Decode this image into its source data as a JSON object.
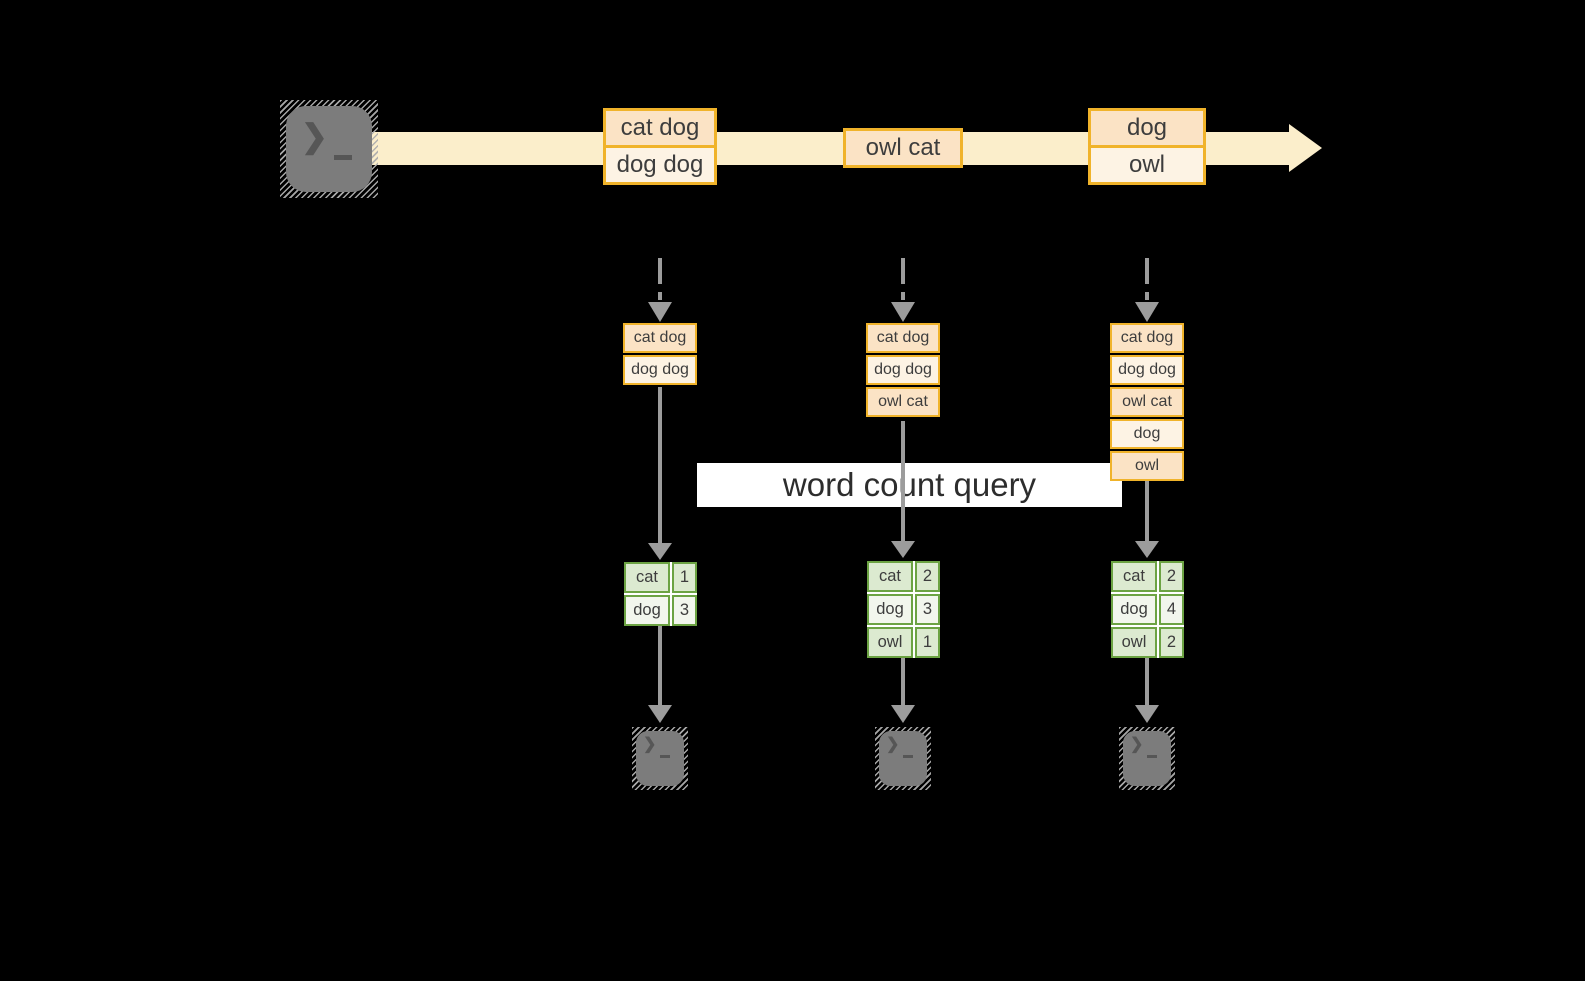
{
  "banner": {
    "label": "word count query"
  },
  "stream": {
    "groups": [
      {
        "items": [
          "cat dog",
          "dog dog"
        ]
      },
      {
        "items": [
          "owl cat"
        ]
      },
      {
        "items": [
          "dog",
          "owl"
        ]
      }
    ]
  },
  "columns": [
    {
      "buffer": [
        "cat dog",
        "dog dog"
      ],
      "counts": [
        {
          "word": "cat",
          "count": "1"
        },
        {
          "word": "dog",
          "count": "3"
        }
      ]
    },
    {
      "buffer": [
        "cat dog",
        "dog dog",
        "owl cat"
      ],
      "counts": [
        {
          "word": "cat",
          "count": "2"
        },
        {
          "word": "dog",
          "count": "3"
        },
        {
          "word": "owl",
          "count": "1"
        }
      ]
    },
    {
      "buffer": [
        "cat dog",
        "dog dog",
        "owl cat",
        "dog",
        "owl"
      ],
      "counts": [
        {
          "word": "cat",
          "count": "2"
        },
        {
          "word": "dog",
          "count": "4"
        },
        {
          "word": "owl",
          "count": "2"
        }
      ]
    }
  ],
  "icons": {
    "prompt_chevron": "❯",
    "source_terminal": "terminal-icon",
    "output_terminal": "terminal-icon"
  },
  "colors": {
    "background": "#000000",
    "stream_band": "#fbeecb",
    "box_border_orange": "#f0b32a",
    "box_fill_peach": "#fbe3c5",
    "box_fill_cream": "#fdf3e4",
    "table_border_green": "#6ca343",
    "table_fill_light_green": "#dcead0",
    "table_fill_pale": "#f2f6ed",
    "arrow_gray": "#9c9c9c",
    "terminal_gray": "#7c7c7c",
    "banner_background": "#ffffff",
    "text": "#3d3d3d"
  }
}
